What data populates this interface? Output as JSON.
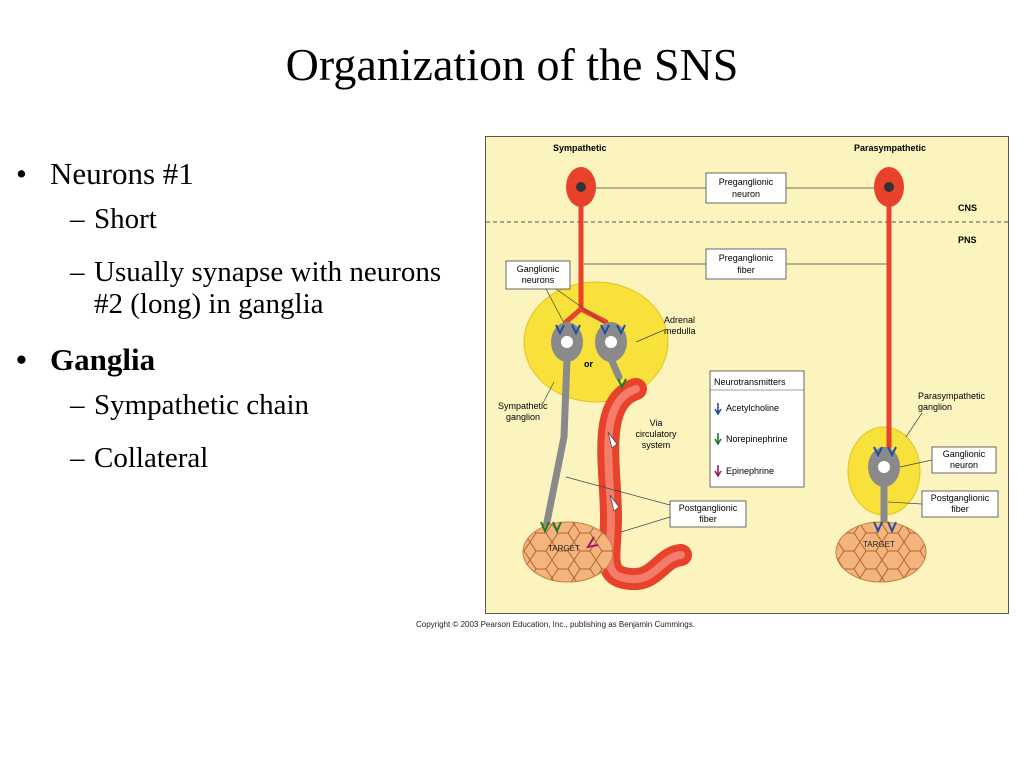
{
  "slide": {
    "title": "Organization of the SNS"
  },
  "bullets": [
    {
      "text": "Neurons #1",
      "subs": [
        "Short",
        "Usually synapse with neurons #2 (long) in ganglia"
      ]
    },
    {
      "text": "Ganglia",
      "subs": [
        "Sympathetic chain",
        "Collateral"
      ]
    }
  ],
  "figure": {
    "sympathetic": "Sympathetic",
    "parasympathetic": "Parasympathetic",
    "cns": "CNS",
    "pns": "PNS",
    "preganglionic_neuron": [
      "Preganglionic",
      "neuron"
    ],
    "preganglionic_fiber": [
      "Preganglionic",
      "fiber"
    ],
    "ganglionic_neurons": [
      "Ganglionic",
      "neurons"
    ],
    "adrenal_medulla": [
      "Adrenal",
      "medulla"
    ],
    "or": "or",
    "neurotransmitters": "Neurotransmitters",
    "acetylcholine": "Acetylcholine",
    "norepinephrine": "Norepinephrine",
    "epinephrine": "Epinephrine",
    "sympathetic_ganglion": [
      "Sympathetic",
      "ganglion"
    ],
    "via_circulatory": [
      "Via",
      "circulatory",
      "system"
    ],
    "postganglionic_fiber": [
      "Postganglionic",
      "fiber"
    ],
    "target": "TARGET",
    "parasympathetic_ganglion": [
      "Parasympathetic",
      "ganglion"
    ],
    "ganglionic_neuron": [
      "Ganglionic",
      "neuron"
    ],
    "colors": {
      "neuron_red": "#e8412c",
      "neuron_gray": "#8a8a8a",
      "ganglion_yellow": "#f7e13a",
      "target_orange": "#f3b47d",
      "ach_blue": "#1f4f9e",
      "ne_green": "#1f7a2e",
      "epi_purple": "#a0186a"
    }
  },
  "copyright": "Copyright © 2003 Pearson Education, Inc., publishing as Benjamin Cummings."
}
